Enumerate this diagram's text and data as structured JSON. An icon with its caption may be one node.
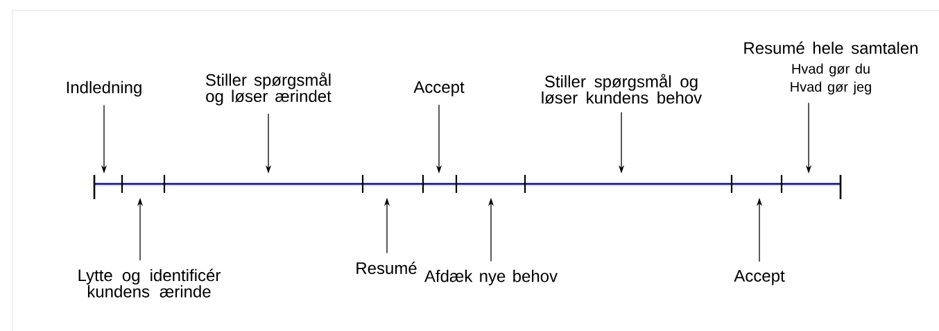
{
  "diagram": {
    "nodes": [
      {
        "text": [
          "Indledning"
        ]
      },
      {
        "text": [
          "Stiller spørgsmål og løser ærindet"
        ]
      },
      {
        "text": [
          "Accept"
        ]
      },
      {
        "text": [
          "Stiller spørgsmål og løser kundens behov"
        ]
      },
      {
        "text": [
          "Resumé hele samtalen",
          "Hvad gør du Hvad gør jeg"
        ]
      },
      {
        "text": [
          "Lytte og identificér kundens ærinde"
        ]
      },
      {
        "text": [
          "Resumé"
        ]
      },
      {
        "text": [
          "Afdæk nye behov"
        ]
      },
      {
        "text": [
          "Accept"
        ]
      }
    ],
    "edges": [
      {
        "from": 0,
        "to": null,
        "arrow": "to"
      },
      {
        "from": 1,
        "to": null,
        "arrow": "to"
      },
      {
        "from": 2,
        "to": null,
        "arrow": "to"
      },
      {
        "from": 3,
        "to": null,
        "arrow": "to"
      },
      {
        "from": 4,
        "to": null,
        "arrow": "to"
      },
      {
        "from": 5,
        "to": null,
        "arrow": "to"
      },
      {
        "from": 6,
        "to": null,
        "arrow": "to"
      },
      {
        "from": 7,
        "to": null,
        "arrow": "to"
      },
      {
        "from": 8,
        "to": null,
        "arrow": "to"
      }
    ]
  }
}
